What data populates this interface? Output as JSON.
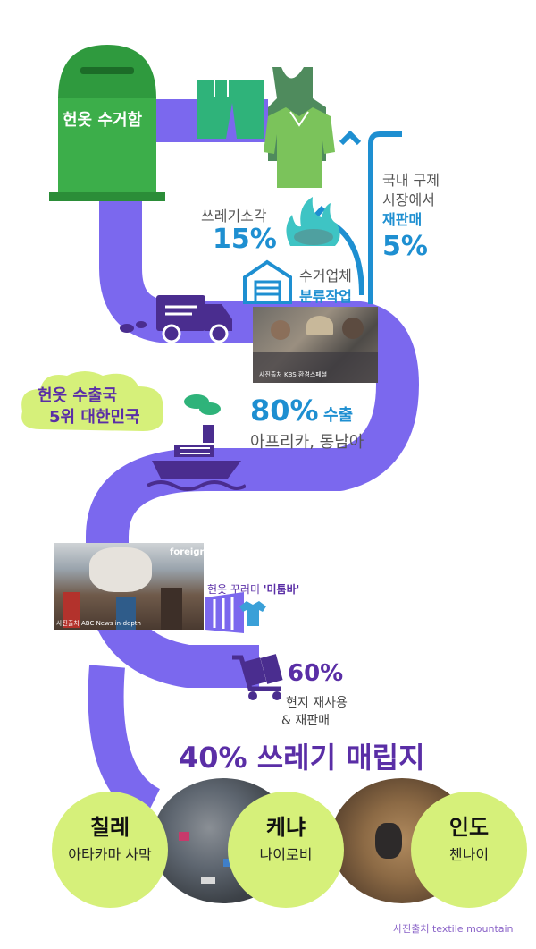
{
  "bin_label": "헌옷 수거함",
  "incineration": {
    "label": "쓰레기소각",
    "percent": "15%"
  },
  "resale": {
    "line1": "국내 구제",
    "line2": "시장에서",
    "line3": "재판매",
    "percent": "5%"
  },
  "sorting": {
    "line1": "수거업체",
    "line2": "분류작업"
  },
  "photo1_credit": "사진출처 KBS 환경스페셜",
  "export_rank": {
    "line1": "헌옷 수출국",
    "line2": "5위 대한민국"
  },
  "export": {
    "percent": "80%",
    "label": "수출",
    "destination": "아프리카, 동남아"
  },
  "photo2_credit": "사진출처 ABC News in-depth",
  "photo2_overlay": "foreign",
  "mitumba": {
    "prefix": "헌옷 꾸러미 ",
    "name": "'미툼바'"
  },
  "reuse": {
    "percent": "60%",
    "line1": "현지 재사용",
    "line2": "& 재판매"
  },
  "landfill": "40% 쓰레기 매립지",
  "destinations": [
    {
      "country": "칠레",
      "place": "아타카마 사막"
    },
    {
      "country": "케냐",
      "place": "나이로비"
    },
    {
      "country": "인도",
      "place": "첸나이"
    }
  ],
  "footer_credit": "사진출처 textile mountain",
  "colors": {
    "flow": "#7b68ee",
    "bin": "#3cae4a",
    "accent_blue": "#1e8fd1",
    "lime": "#d6f07a",
    "purple_dark": "#5a2ea6"
  }
}
